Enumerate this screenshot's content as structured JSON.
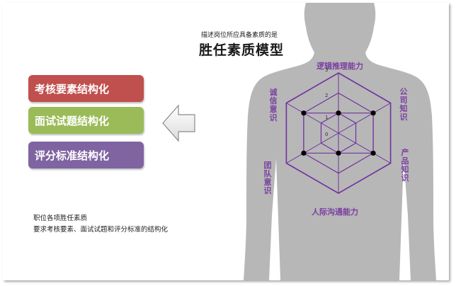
{
  "header": {
    "subtitle": "描述岗位所应具备素质的是",
    "title": "胜任素质模型"
  },
  "buttons": [
    {
      "label": "考核要素结构化",
      "color": "#c0504d"
    },
    {
      "label": "面试试题结构化",
      "color": "#9bbb59"
    },
    {
      "label": "评分标准结构化",
      "color": "#8064a2"
    }
  ],
  "notes": [
    "职位各项胜任素质",
    "要求考核要素、面试试题和评分标准的结构化"
  ],
  "chart_data": {
    "type": "radar",
    "axes": [
      "逻辑推理能力",
      "公司知识",
      "产品知识",
      "人际沟通能力",
      "团队意识",
      "诚信意识"
    ],
    "scale": [
      0,
      1,
      2,
      3
    ],
    "series": [
      {
        "values": [
          1,
          2,
          2,
          1,
          2,
          2
        ],
        "color": "#000000"
      }
    ],
    "grid_color": "#7030a0"
  }
}
